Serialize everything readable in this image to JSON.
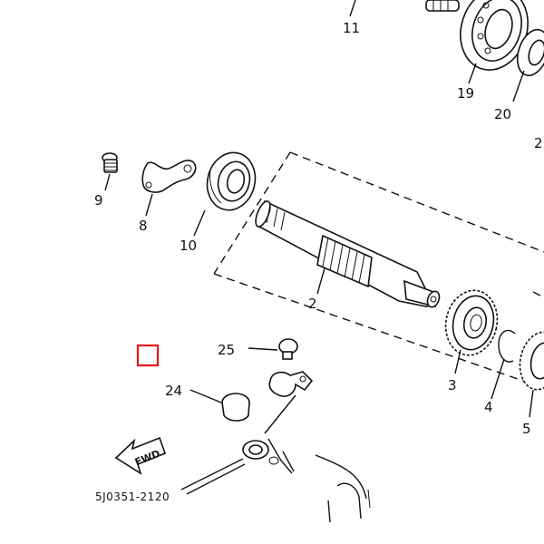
{
  "diagram": {
    "part_labels": {
      "p11": "11",
      "p19": "19",
      "p20": "20",
      "p2edge": "2",
      "p9": "9",
      "p8": "8",
      "p10": "10",
      "p2": "2",
      "p25": "25",
      "p24": "24",
      "p3": "3",
      "p4": "4",
      "p5": "5"
    },
    "fwd_label": "FWD",
    "drawing_code": "5J0351-2120",
    "highlight_color": "#e8141b"
  }
}
